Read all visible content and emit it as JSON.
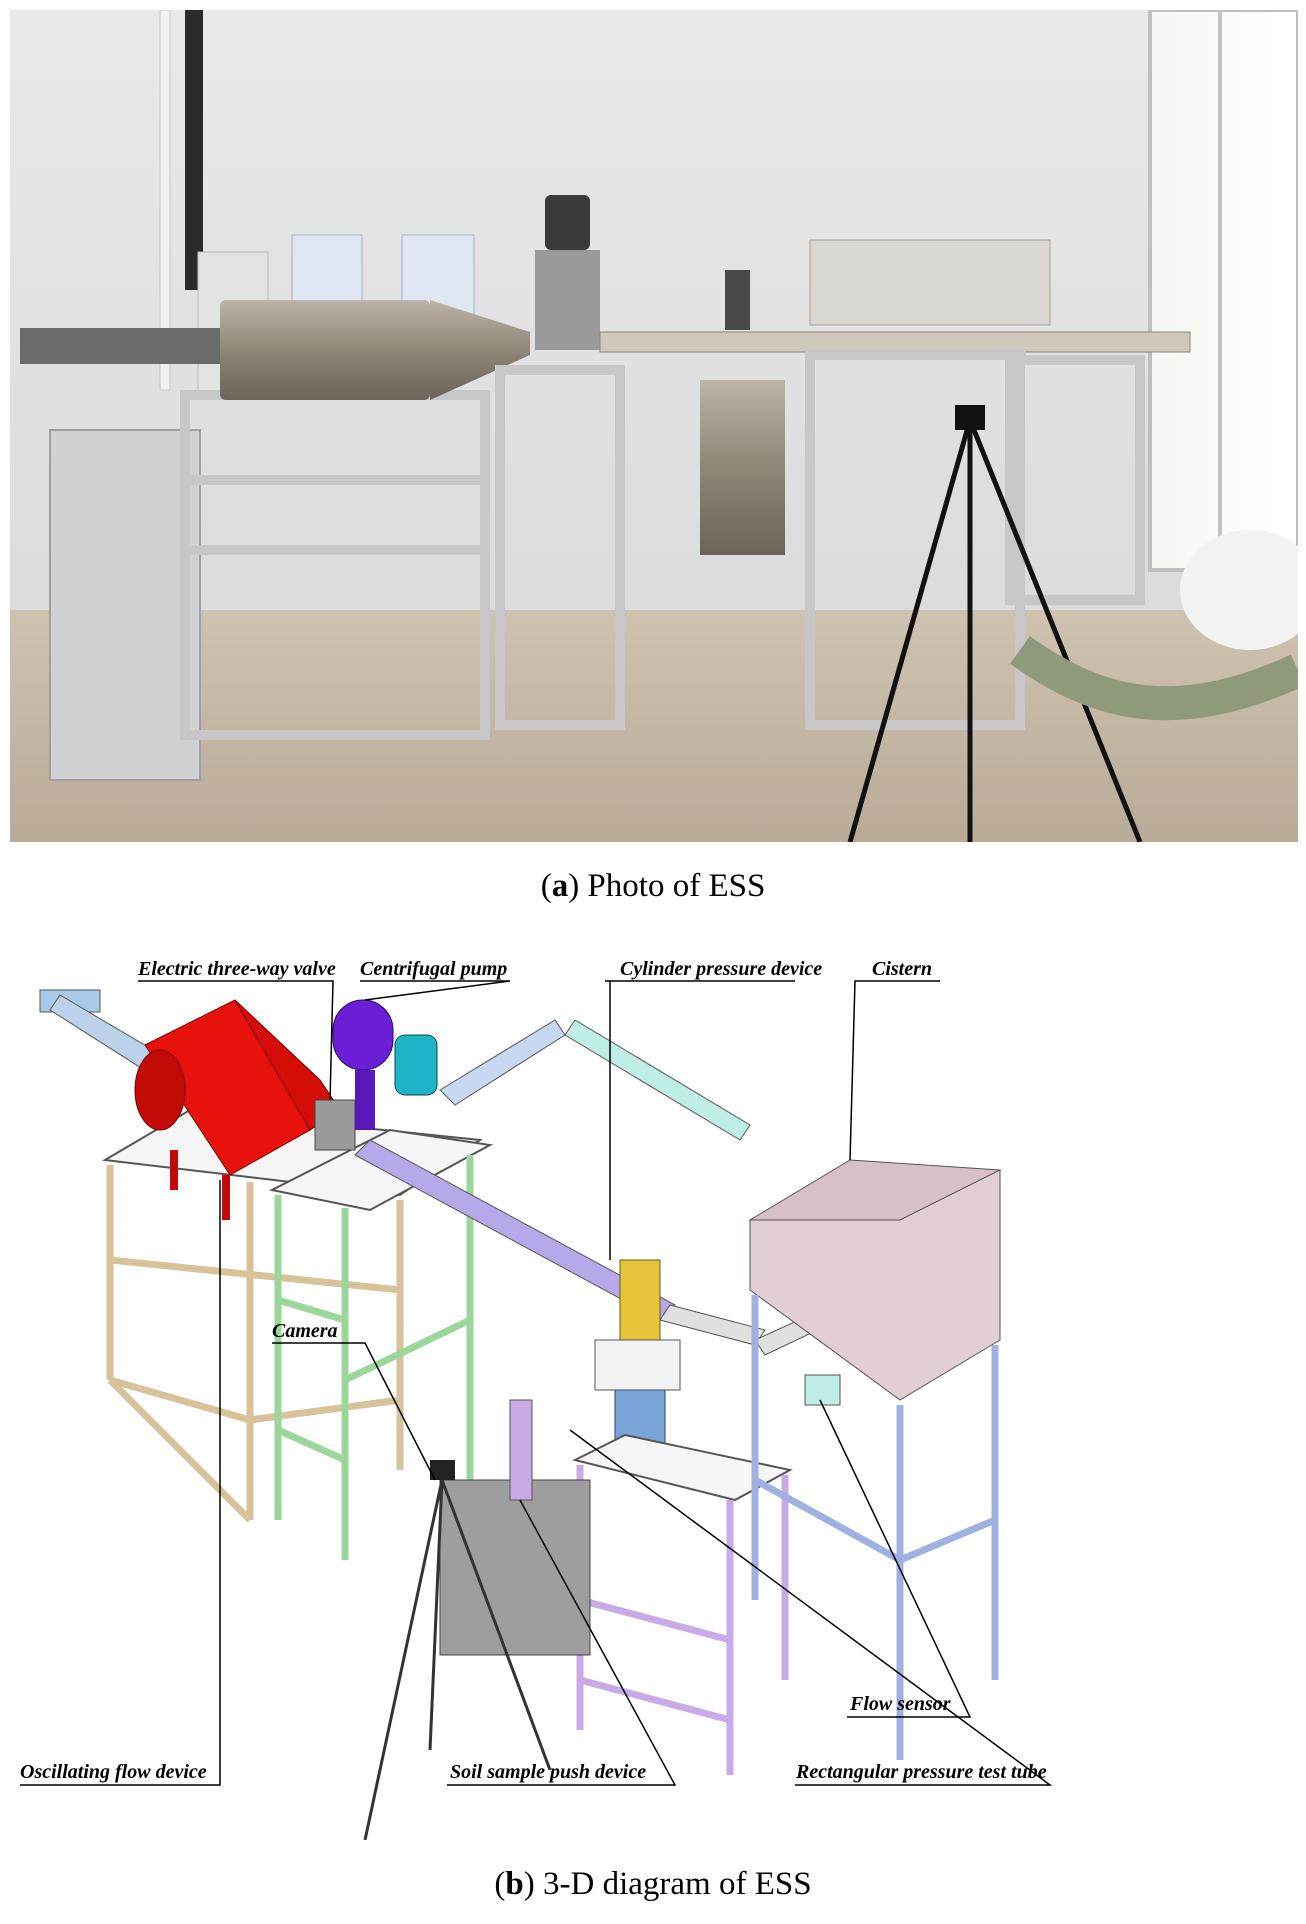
{
  "photo": {
    "caption_letter": "a",
    "caption_text": ") Photo of ESS",
    "caption_open": "("
  },
  "diagram": {
    "caption_letter": "b",
    "caption_text": ") 3-D diagram of ESS",
    "caption_open": "(",
    "labels": {
      "electric_valve": "Electric three-way valve",
      "centrifugal_pump": "Centrifugal pump",
      "cylinder_pressure": "Cylinder pressure device",
      "cistern": "Cistern",
      "camera": "Camera",
      "flow_sensor": "Flow sensor",
      "oscillating_flow": "Oscillating flow device",
      "soil_sample_push": "Soil sample push device",
      "rect_pressure_tube": "Rectangular pressure test tube"
    }
  },
  "colors": {
    "oscillating_device": "#e8120c",
    "pump_motor": "#6a1fd6",
    "valve_motor": "#1fb3c8",
    "cylinder_device": "#e6c43a",
    "frame_tan": "#d8c29a",
    "frame_green": "#9bd69b",
    "frame_lavender": "#c9a9e6",
    "frame_blue": "#9fb1e0",
    "cistern_fill": "#e2cfd4",
    "pipe_lavender": "#b7a8ea",
    "pipe_cyan": "#bfeee6"
  }
}
